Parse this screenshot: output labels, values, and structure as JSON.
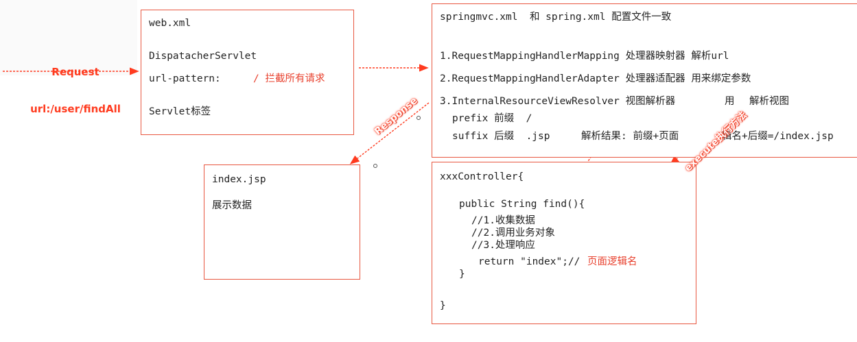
{
  "request": {
    "line1": "Request",
    "line2": "url:/user/findAll"
  },
  "web_xml": {
    "title": "web.xml",
    "servlet": "DispatacherServlet",
    "url_pattern": "url-pattern:",
    "url_pattern_value": "/ 拦截所有请求",
    "servlet_tag": "Servlet标签"
  },
  "springmvc": {
    "title": "springmvc.xml  和 spring.xml 配置文件一致",
    "line1": "1.RequestMappingHandlerMapping 处理器映射器 解析url",
    "line2": "2.RequestMappingHandlerAdapter 处理器适配器 用来绑定参数",
    "line3a": "3.InternalResourceViewResolver 视图解析器",
    "line3b": "用",
    "line3c": "解析视图",
    "prefix": "prefix 前缀  /",
    "suffix": "suffix 后缀  .jsp",
    "result_a": "解析结果: 前缀+页面",
    "result_b": "辑名+后缀=/index.jsp"
  },
  "index_jsp": {
    "title": "index.jsp",
    "content": "展示数据"
  },
  "controller": {
    "header": "xxxController{",
    "method": "public String find(){",
    "c1": "//1.收集数据",
    "c2": "//2.调用业务对象",
    "c3": "//3.处理响应",
    "ret": "return \"index\";//",
    "ret_comment": "页面逻辑名",
    "close_method": "}",
    "close_class": "}"
  },
  "labels": {
    "response": "Response",
    "execute": "execute执行方法"
  },
  "colors": {
    "accent": "#e8563f",
    "label_red": "#ff3b1f"
  }
}
